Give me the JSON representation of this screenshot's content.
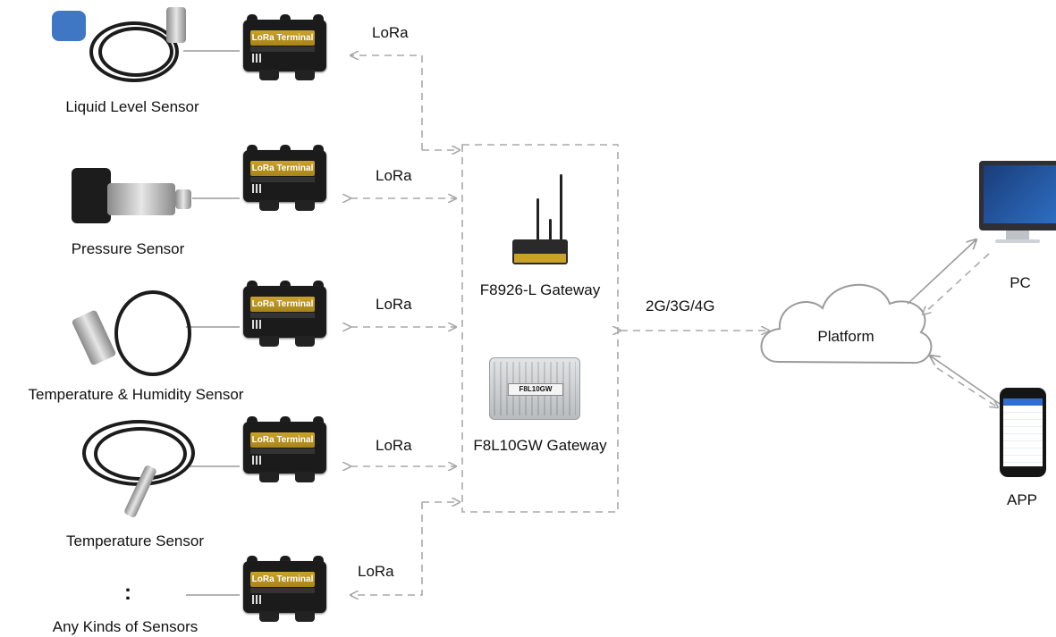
{
  "sensors": [
    {
      "label": "Liquid Level Sensor"
    },
    {
      "label": "Pressure Sensor"
    },
    {
      "label": "Temperature & Humidity Sensor"
    },
    {
      "label": "Temperature Sensor"
    },
    {
      "label": "Any Kinds of Sensors",
      "marker": ":"
    }
  ],
  "terminal_plate": "LoRa Terminal",
  "links": {
    "lora": "LoRa",
    "cellular": "2G/3G/4G"
  },
  "gateways": [
    {
      "label": "F8926-L Gateway"
    },
    {
      "label": "F8L10GW Gateway",
      "plate": "F8L10GW"
    }
  ],
  "platform": {
    "label": "Platform"
  },
  "clients": [
    {
      "label": "PC"
    },
    {
      "label": "APP"
    }
  ],
  "colors": {
    "line": "#9a9a9a",
    "dashed": "#a8a8a8",
    "cloud_stroke": "#9a9a9a",
    "plate": "#c9a227"
  }
}
